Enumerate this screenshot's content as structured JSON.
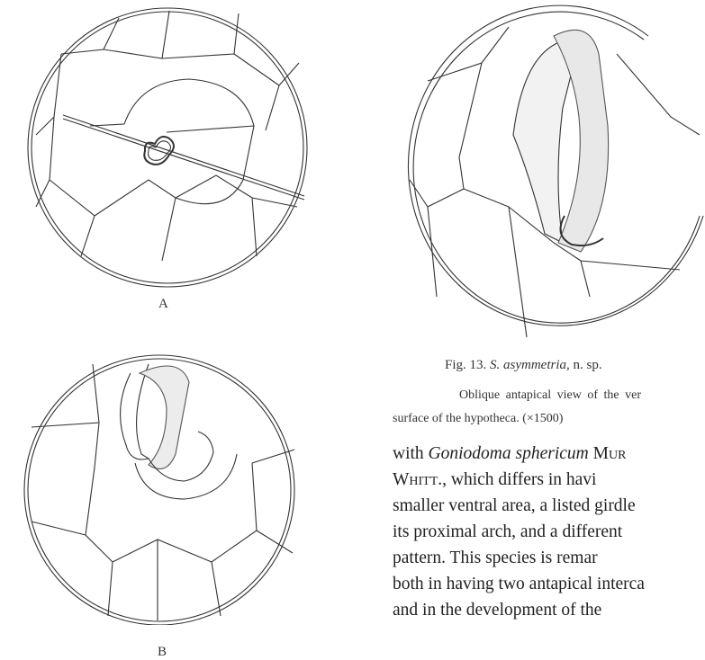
{
  "figures": {
    "a": {
      "label": "A"
    },
    "b": {
      "label": "B"
    },
    "fig13": {
      "number": "Fig. 13.",
      "species": "S. asymmetria,",
      "species_suffix": "n. sp.",
      "caption_line1": "Oblique antapical view of the ver",
      "caption_line2": "surface of the hypotheca. (×1500)"
    }
  },
  "body": {
    "line1_prefix": "with ",
    "line1_italic": "Goniodoma sphericum",
    "line1_author": " Mur",
    "line2_author": "Whitt.",
    "line2_rest": ", which differs in havi",
    "line3": "smaller ventral area, a listed girdle",
    "line4": "its proximal arch, and a different",
    "line5": "pattern. This species is remar",
    "line6": "both in having two antapical interca",
    "line7": "and in the development of the"
  }
}
